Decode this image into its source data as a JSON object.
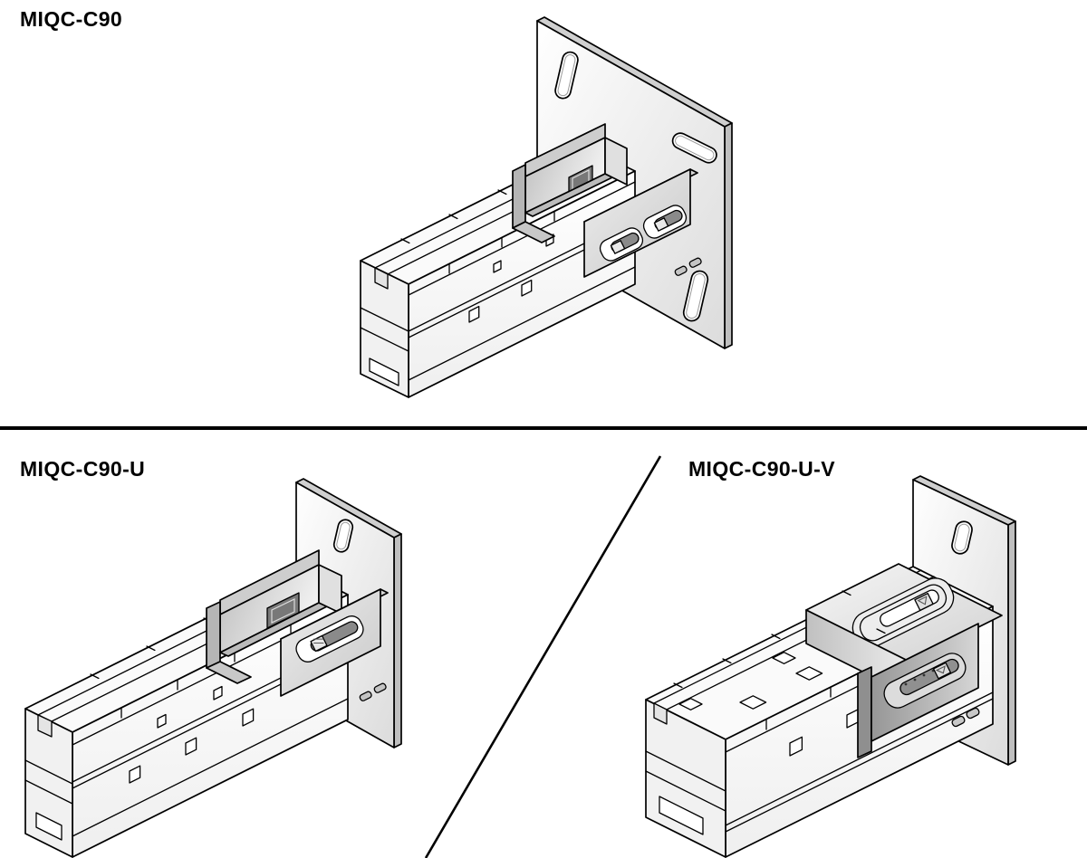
{
  "panels": [
    {
      "id": "miqc-c90",
      "label": "MIQC-C90"
    },
    {
      "id": "miqc-c90-u",
      "label": "MIQC-C90-U"
    },
    {
      "id": "miqc-c90-u-v",
      "label": "MIQC-C90-U-V"
    }
  ],
  "colors": {
    "background": "#ffffff",
    "line": "#000000",
    "shade_light": "#e8e8e8",
    "shade_mid": "#c8c8c8",
    "shade_dark": "#8f8f8f"
  }
}
